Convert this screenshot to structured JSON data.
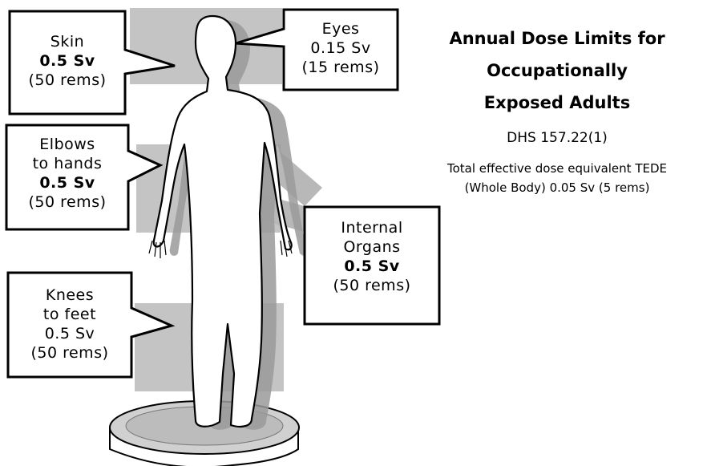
{
  "title": {
    "line1": "Annual Dose Limits for",
    "line2": "Occupationally",
    "line3": "Exposed Adults"
  },
  "reference": "DHS 157.22(1)",
  "tede": {
    "line1": "Total effective dose equivalent TEDE",
    "line2": "(Whole Body) 0.05 Sv (5 rems)"
  },
  "callouts": {
    "skin": {
      "line1": "Skin",
      "line2": "0.5 Sv",
      "line3": "(50 rems)"
    },
    "eyes": {
      "line1": "Eyes",
      "line2": "0.15 Sv",
      "line3": "(15 rems)"
    },
    "elbows": {
      "line1": "Elbows",
      "line2": "to hands",
      "line3": "0.5 Sv",
      "line4": "(50 rems)"
    },
    "internal": {
      "line1": "Internal",
      "line2": "Organs",
      "line3": "0.5 Sv",
      "line4": "(50 rems)"
    },
    "knees": {
      "line1": "Knees",
      "line2": "to feet",
      "line3": "0.5 Sv",
      "line4": "(50 rems)"
    }
  },
  "colors": {
    "shade": "#bdbdbd",
    "arrow": "#b5b5b5",
    "outline": "#000000",
    "figure": "#ffffff"
  }
}
